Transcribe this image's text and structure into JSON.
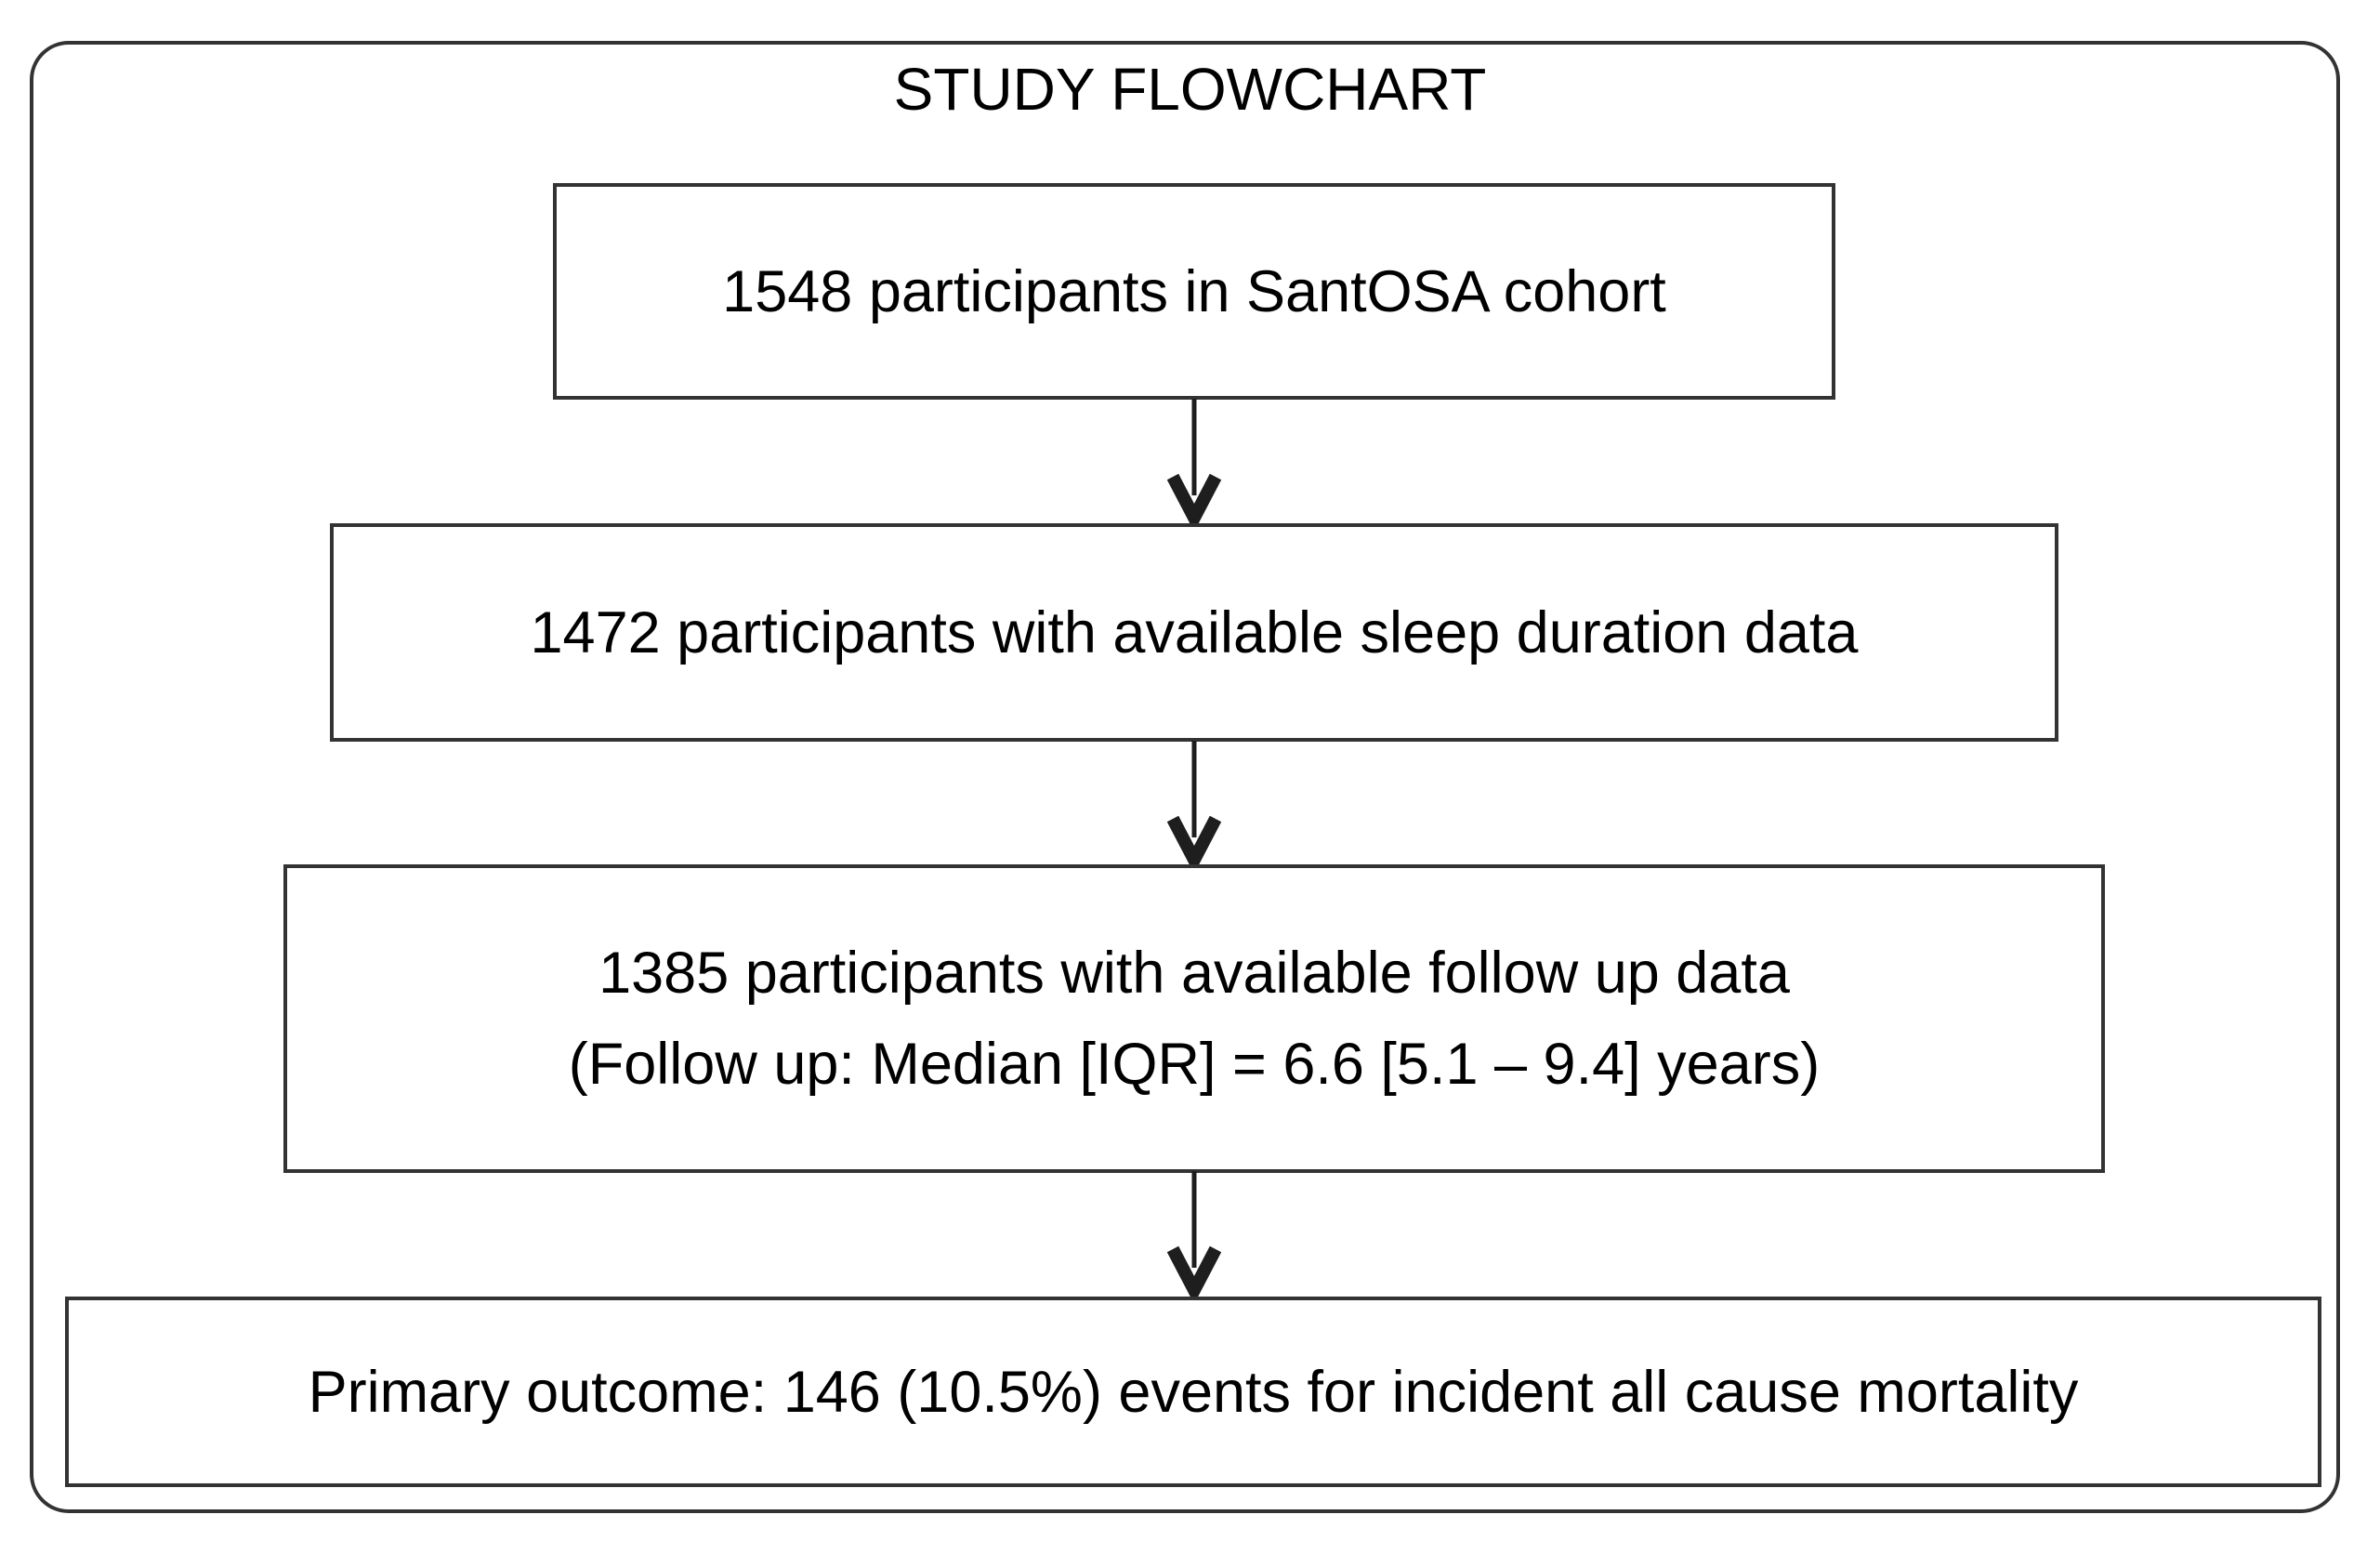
{
  "title": "STUDY FLOWCHART",
  "flowchart": {
    "colors": {
      "stroke": "#333333",
      "text": "#000000",
      "background": "#ffffff"
    },
    "nodes": [
      {
        "id": "cohort",
        "text": "1548 participants in SantOSA cohort"
      },
      {
        "id": "sleep",
        "text": "1472 participants with available sleep duration data"
      },
      {
        "id": "followup",
        "lines": [
          "1385 participants with available follow up data",
          "(Follow up: Median [IQR] = 6.6 [5.1 – 9.4] years)"
        ]
      },
      {
        "id": "outcome",
        "text": "Primary outcome: 146 (10.5%) events for incident all cause mortality"
      }
    ]
  }
}
